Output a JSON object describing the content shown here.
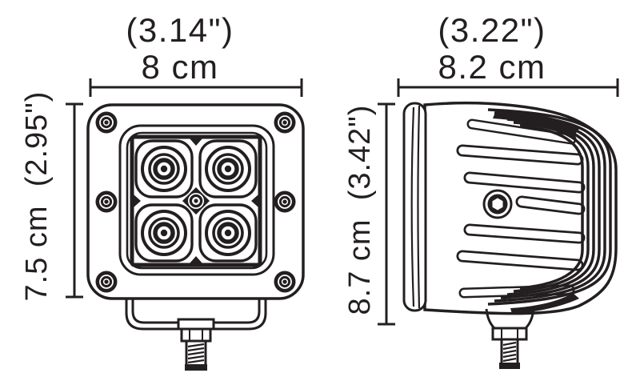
{
  "diagram": {
    "type": "technical-dimension-drawing",
    "colors": {
      "line": "#231f20",
      "background": "#ffffff"
    },
    "front_view": {
      "width_inches": "(3.14\")",
      "width_metric": "8 cm",
      "height_label": "7.5 cm  (2.95\")"
    },
    "side_view": {
      "width_inches": "(3.22\")",
      "width_metric": "8.2 cm",
      "height_label": "8.7 cm  (3.42\")"
    }
  }
}
